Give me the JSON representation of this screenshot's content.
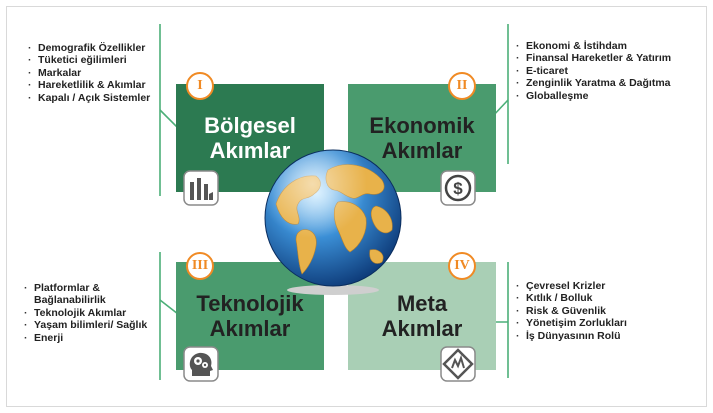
{
  "colors": {
    "q1": "#2c7a51",
    "q2": "#4a9b6e",
    "q3": "#4a9b6e",
    "q4": "#a9cfb5",
    "accent": "#f08a24",
    "line": "#4caf78"
  },
  "quadrants": [
    {
      "numeral": "I",
      "title": "Bölgesel\nAkımlar",
      "icon": "factory-icon"
    },
    {
      "numeral": "II",
      "title": "Ekonomik\nAkımlar",
      "icon": "dollar-coin-icon"
    },
    {
      "numeral": "III",
      "title": "Teknolojik\nAkımlar",
      "icon": "gears-head-icon"
    },
    {
      "numeral": "IV",
      "title": "Meta\nAkımlar",
      "icon": "diamond-sign-icon"
    }
  ],
  "lists": [
    [
      "Demografik Özellikler",
      "Tüketici eğilimleri",
      "Markalar",
      "Hareketlilik & Akımlar",
      "Kapalı / Açık Sistemler"
    ],
    [
      "Ekonomi & İstihdam",
      "Finansal Hareketler & Yatırım",
      "E-ticaret",
      "Zenginlik Yaratma & Dağıtma",
      "Globalleşme"
    ],
    [
      "Platformlar & Bağlanabilirlik",
      "Teknolojik Akımlar",
      "Yaşam bilimleri/ Sağlık",
      "Enerji"
    ],
    [
      "Çevresel Krizler",
      "Kıtlık / Bolluk",
      "Risk & Güvenlik",
      "Yönetişim Zorlukları",
      "İş Dünyasının Rolü"
    ]
  ]
}
